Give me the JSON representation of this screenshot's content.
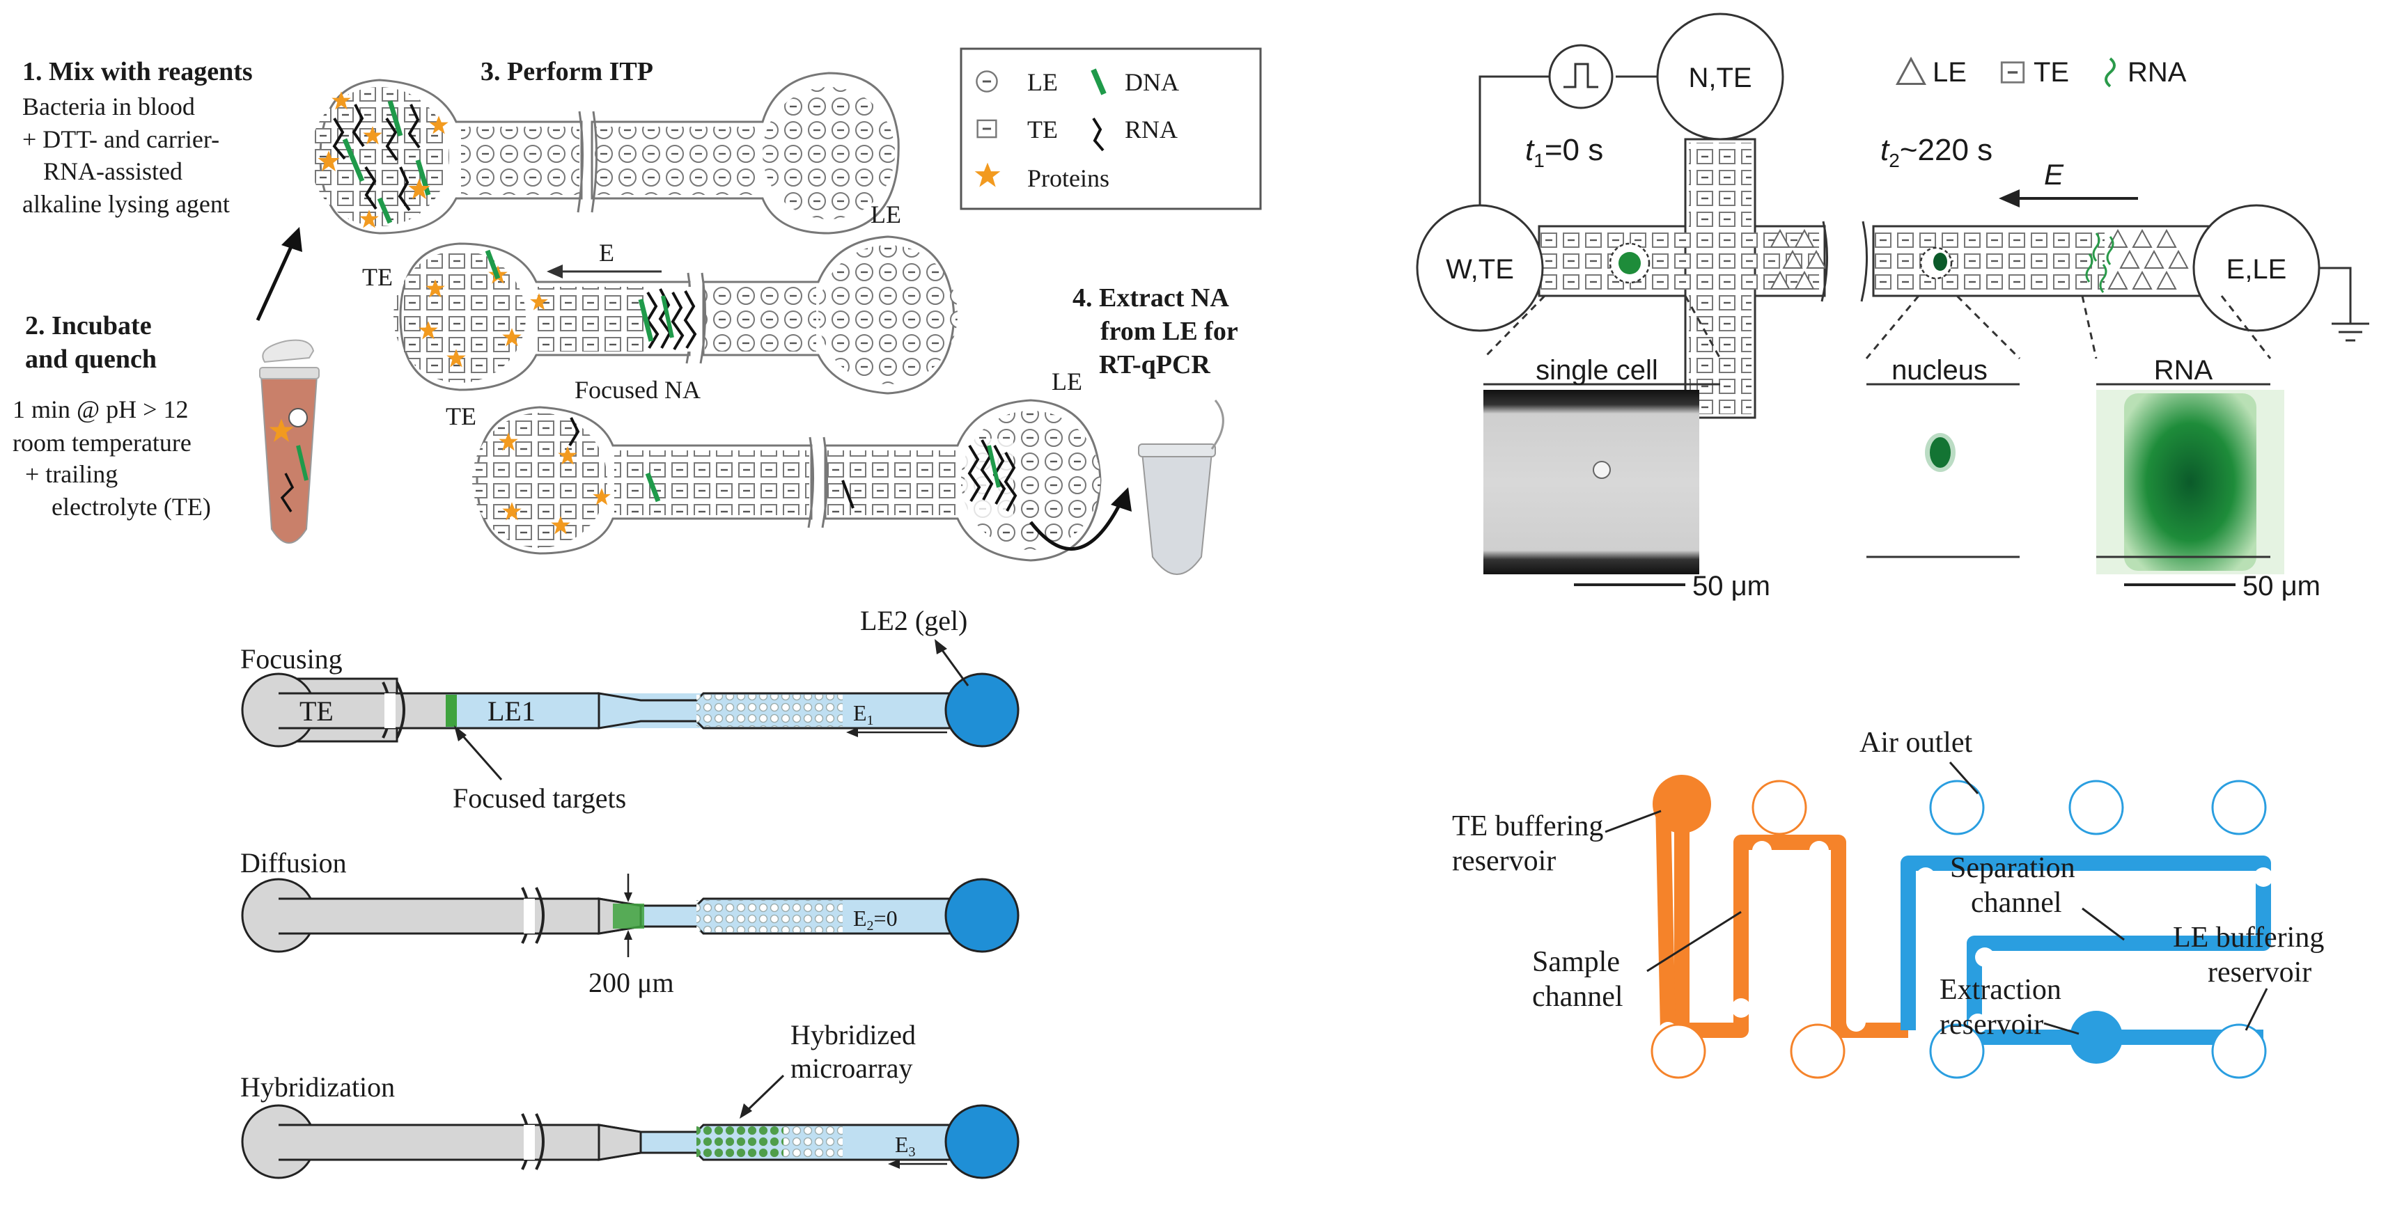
{
  "panel_a": {
    "step1": {
      "title": "1. Mix with reagents",
      "lines": [
        "Bacteria in blood",
        "+ DTT- and carrier-",
        "RNA-assisted",
        "alkaline lysing agent"
      ]
    },
    "step2": {
      "title_lines": [
        "2. Incubate",
        "and quench"
      ],
      "lines": [
        "1 min @ pH > 12",
        "room temperature",
        "+ trailing",
        "electrolyte (TE)"
      ]
    },
    "step3": {
      "title": "3. Perform ITP"
    },
    "step4": {
      "title_lines": [
        "4. Extract NA",
        "from LE for",
        "RT-qPCR"
      ]
    },
    "legend": {
      "le": "LE",
      "dna": "DNA",
      "te": "TE",
      "rna": "RNA",
      "proteins": "Proteins"
    },
    "labels": {
      "te_mid": "TE",
      "te_bottom": "TE",
      "le_top": "LE",
      "le_bottom": "LE",
      "field": "E",
      "focused": "Focused NA"
    }
  },
  "panel_b": {
    "reservoirs": {
      "w": "W,TE",
      "n": "N,TE",
      "e": "E,LE"
    },
    "t1": "t",
    "t1_sub": "1",
    "t1_val": "=0 s",
    "t2": "t",
    "t2_sub": "2",
    "t2_val": "~220 s",
    "field": "E",
    "legend": {
      "le": "LE",
      "te": "TE",
      "rna": "RNA"
    },
    "insets": {
      "cell": "single cell",
      "nucleus": "nucleus",
      "rna": "RNA"
    },
    "scale1": "50 μm",
    "scale2": "50 μm"
  },
  "panel_c": {
    "focusing": "Focusing",
    "diffusion": "Diffusion",
    "hybridization": "Hybridization",
    "te": "TE",
    "le1": "LE1",
    "le2": "LE2 (gel)",
    "focused_targets": "Focused targets",
    "width": "200 μm",
    "hyb_lines": [
      "Hybridized",
      "microarray"
    ],
    "e1": "E",
    "e1_sub": "1",
    "e2": "E",
    "e2_sub": "2",
    "e2_val": "=0",
    "e3": "E",
    "e3_sub": "3"
  },
  "panel_d": {
    "air_outlet": "Air outlet",
    "te_res_lines": [
      "TE buffering",
      "reservoir"
    ],
    "sample_lines": [
      "Sample",
      "channel"
    ],
    "separation_lines": [
      "Separation",
      "channel"
    ],
    "le_res_lines": [
      "LE buffering",
      "reservoir"
    ],
    "extraction_lines": [
      "Extraction",
      "reservoir"
    ],
    "colors": {
      "sample": "#f5832a",
      "separation": "#2a9ee0"
    }
  },
  "colors": {
    "dna": "#1f9a4a",
    "protein": "#f29a1f",
    "le_fill": "#bfdff2",
    "le2": "#1f8fd6",
    "gray": "#d6d6d6"
  }
}
